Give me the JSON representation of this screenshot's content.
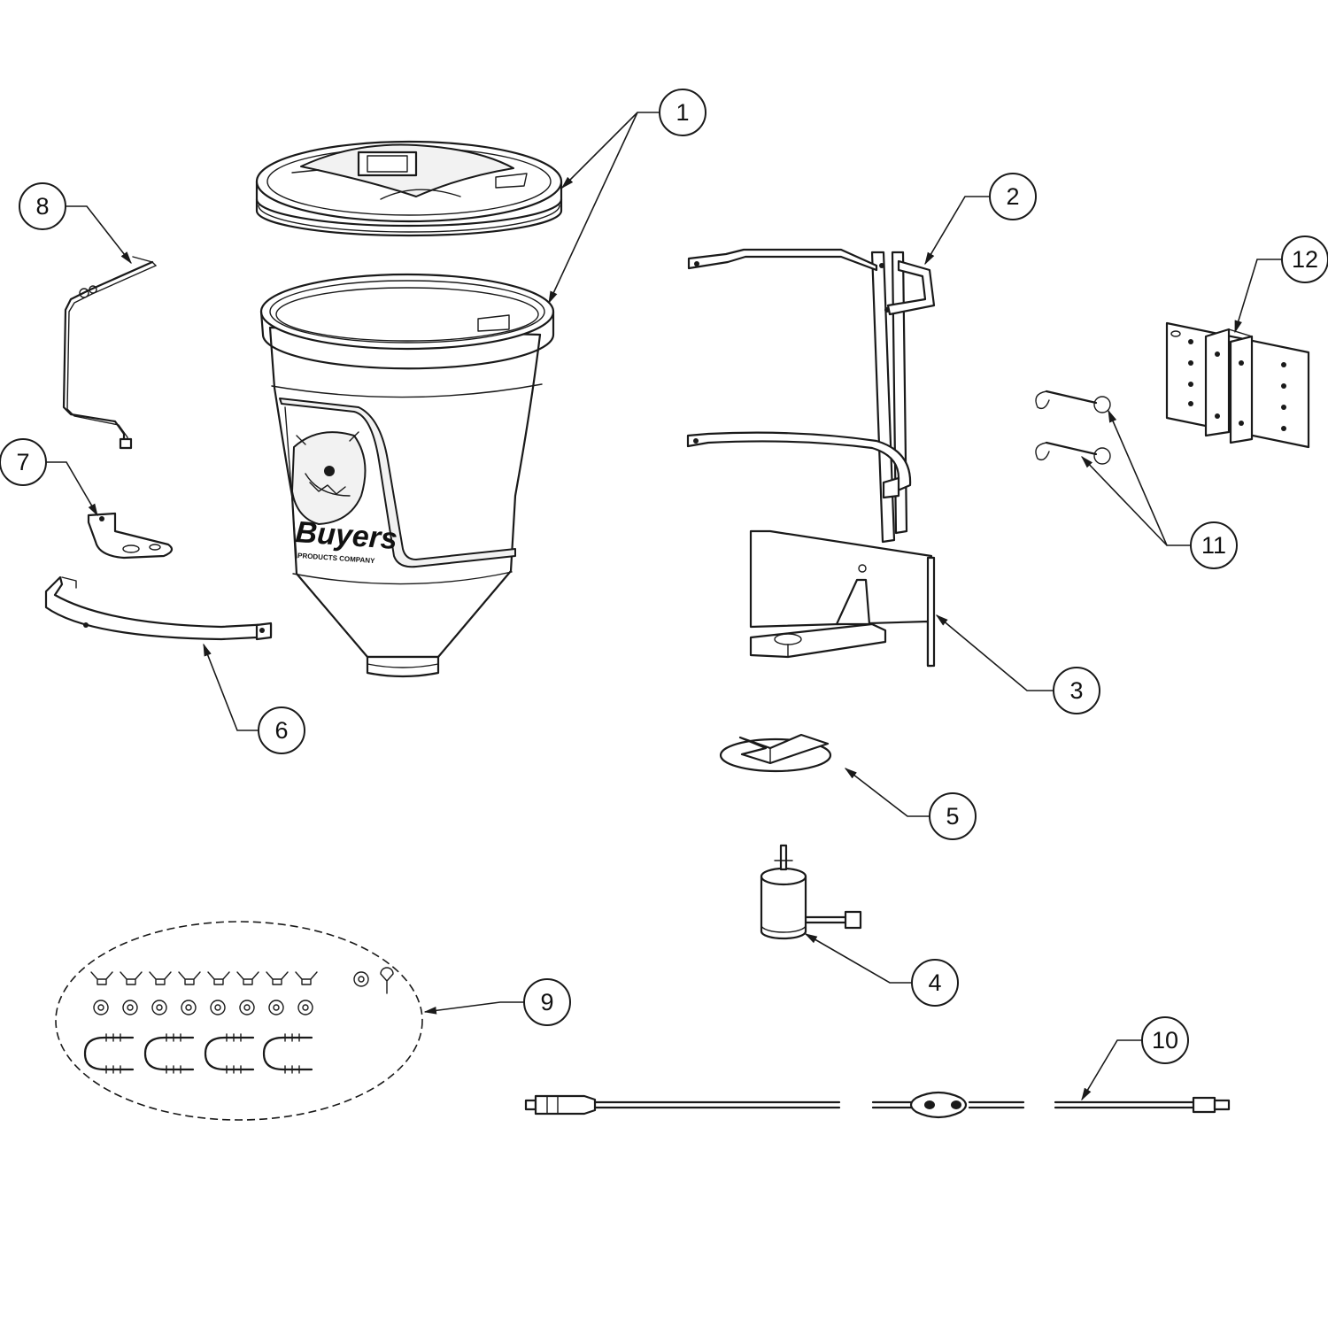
{
  "callouts": [
    "1",
    "2",
    "3",
    "4",
    "5",
    "6",
    "7",
    "8",
    "9",
    "10",
    "11",
    "12"
  ],
  "logo": {
    "brand": "Buyers",
    "tagline": "PRODUCTS COMPANY"
  }
}
